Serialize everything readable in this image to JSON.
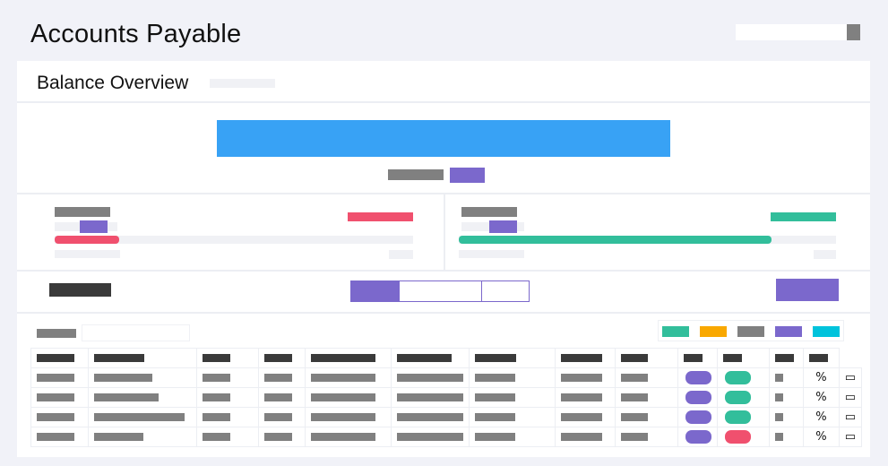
{
  "app": {
    "title": "Accounts Payable"
  },
  "overview": {
    "title": "Balance Overview"
  },
  "colors": {
    "primary_bar": "#38a2f5",
    "accent": "#7b68cc",
    "danger": "#f0506e",
    "success": "#32be9b",
    "warning": "#f9a800",
    "neutral": "#808080",
    "info": "#00c3dc"
  },
  "balances": [
    {
      "key": "left",
      "indicator_color": "#f0506e",
      "progress": 0.18
    },
    {
      "key": "right",
      "indicator_color": "#32be9b",
      "progress": 0.83
    }
  ],
  "legend": [
    "#32be9b",
    "#f9a800",
    "#808080",
    "#7b68cc",
    "#00c3dc"
  ],
  "table": {
    "rows": [
      {
        "status": "#7b68cc",
        "state": "#32be9b",
        "actions": {
          "percent_icon": "%",
          "card_icon": "▭"
        }
      },
      {
        "status": "#7b68cc",
        "state": "#32be9b",
        "actions": {
          "percent_icon": "%",
          "card_icon": "▭"
        }
      },
      {
        "status": "#7b68cc",
        "state": "#32be9b",
        "actions": {
          "percent_icon": "%",
          "card_icon": "▭"
        }
      },
      {
        "status": "#7b68cc",
        "state": "#f0506e",
        "actions": {
          "percent_icon": "%",
          "card_icon": "▭"
        }
      }
    ]
  }
}
